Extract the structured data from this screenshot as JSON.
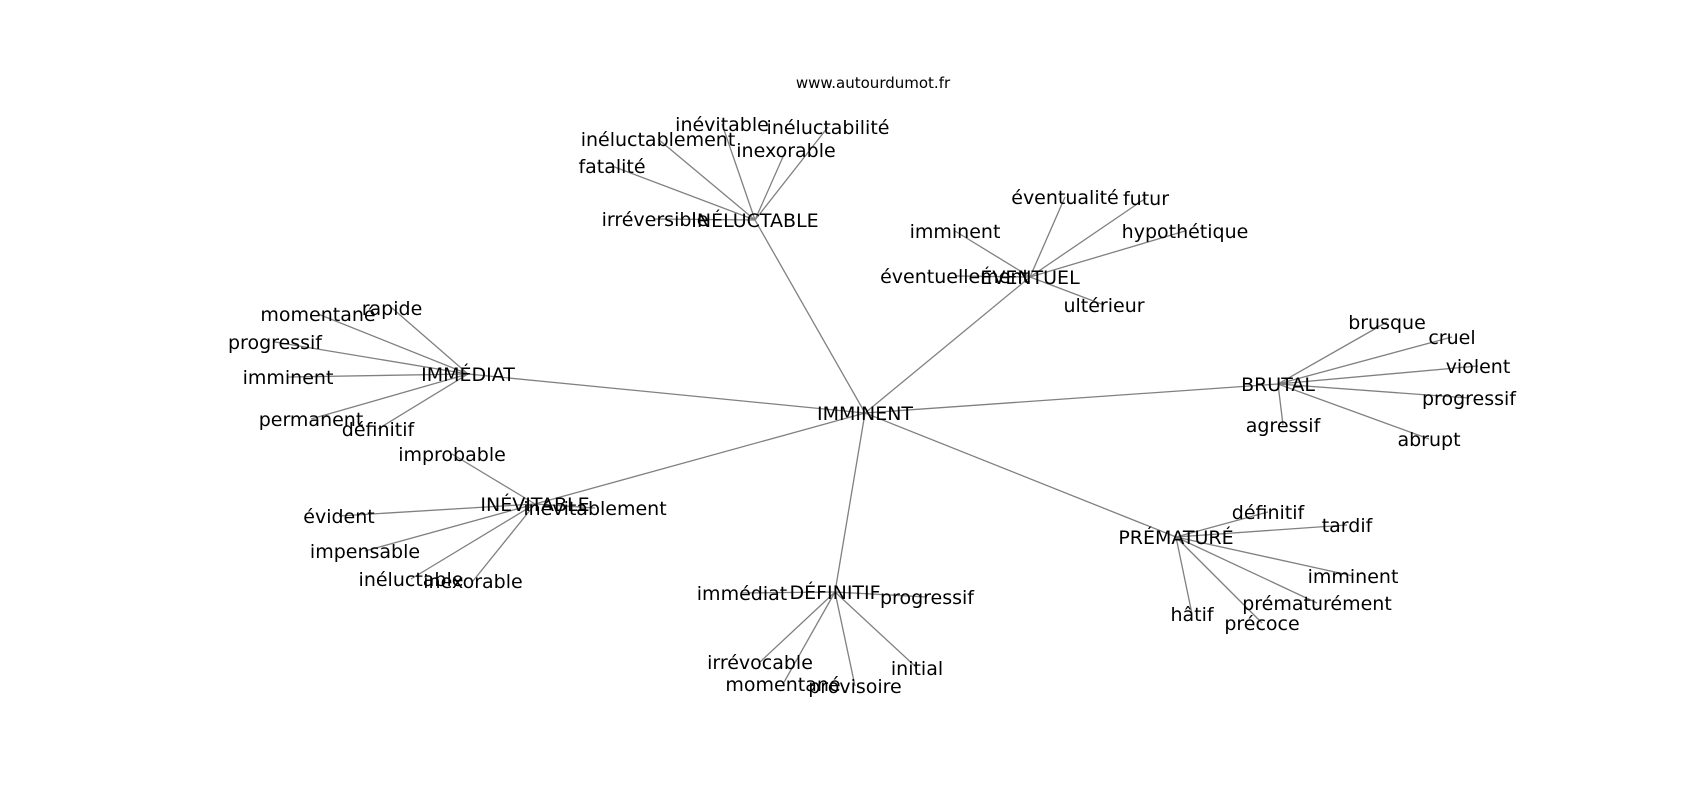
{
  "header": {
    "site": "www.autourdumot.fr"
  },
  "colors": {
    "edge": "#808080",
    "text": "#000000",
    "background": "#ffffff"
  },
  "graph": {
    "center": "IMMINENT",
    "hubs": [
      {
        "id": "ineluctable",
        "label": "INÉLUCTABLE",
        "leaves": [
          "inévitable",
          "inéluctabilité",
          "inéluctablement",
          "inexorable",
          "fatalité",
          "irréversible"
        ]
      },
      {
        "id": "eventuel",
        "label": "ÉVENTUEL",
        "leaves": [
          "éventualité",
          "futur",
          "imminent",
          "hypothétique",
          "éventuellement",
          "ultérieur"
        ]
      },
      {
        "id": "immediat",
        "label": "IMMÉDIAT",
        "leaves": [
          "rapide",
          "momentané",
          "progressif",
          "imminent",
          "permanent",
          "définitif"
        ]
      },
      {
        "id": "brutal",
        "label": "BRUTAL",
        "leaves": [
          "brusque",
          "cruel",
          "violent",
          "progressif",
          "agressif",
          "abrupt"
        ]
      },
      {
        "id": "inevitable",
        "label": "INÉVITABLE",
        "leaves": [
          "improbable",
          "évident",
          "inévitablement",
          "impensable",
          "inéluctable",
          "inexorable"
        ]
      },
      {
        "id": "premature",
        "label": "PRÉMATURÉ",
        "leaves": [
          "définitif",
          "tardif",
          "imminent",
          "prématurément",
          "hâtif",
          "précoce"
        ]
      },
      {
        "id": "definitif",
        "label": "DÉFINITIF",
        "leaves": [
          "immédiat",
          "progressif",
          "irrévocable",
          "initial",
          "momentané",
          "provisoire"
        ]
      }
    ]
  }
}
